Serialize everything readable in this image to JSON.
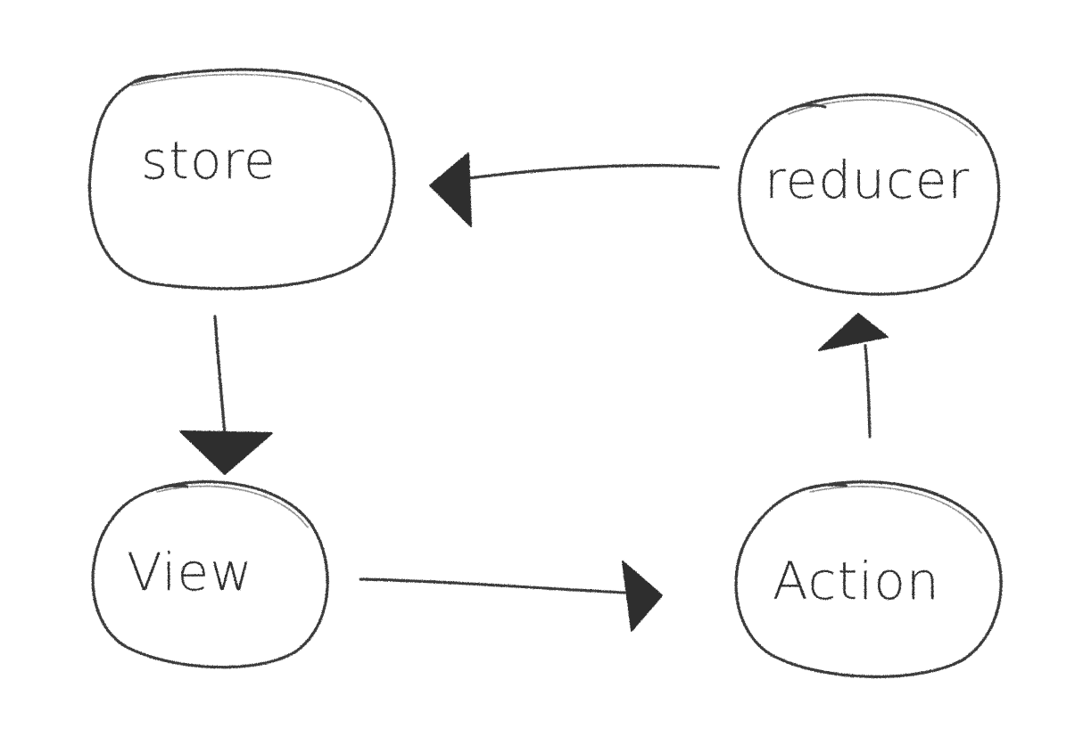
{
  "diagram": {
    "nodes": {
      "store": {
        "label": "store"
      },
      "reducer": {
        "label": "reducer"
      },
      "view": {
        "label": "View"
      },
      "action": {
        "label": "Action"
      }
    },
    "edges": [
      {
        "from": "store",
        "to": "view"
      },
      {
        "from": "view",
        "to": "action"
      },
      {
        "from": "action",
        "to": "reducer"
      },
      {
        "from": "reducer",
        "to": "store"
      }
    ],
    "colors": {
      "stroke": "#3a3a3a",
      "arrowhead": "#2e2e2e",
      "background": "#ffffff"
    }
  }
}
